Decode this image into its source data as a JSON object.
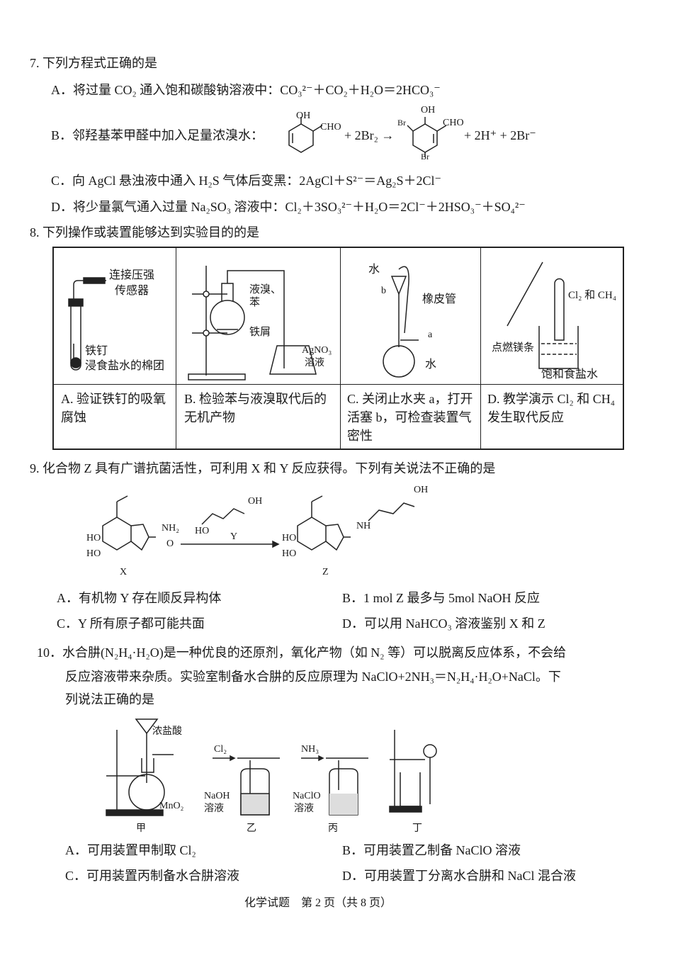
{
  "q7": {
    "stem": "7. 下列方程式正确的是",
    "options": [
      "A．将过量 CO₂ 通入饱和碳酸钠溶液中：CO₃²⁻＋CO₂＋H₂O＝2HCO₃⁻",
      "B．邻羟基苯甲醛中加入足量浓溴水：",
      "C．向 AgCl 悬浊液中通入 H₂S 气体后变黑：2AgCl＋S²⁻＝Ag₂S＋2Cl⁻",
      "D．将少量氯气通入过量 Na₂SO₃ 溶液中：Cl₂＋3SO₃²⁻＋H₂O＝2Cl⁻＋2HSO₃⁻＋SO₄²⁻"
    ],
    "b_equation": {
      "reactant_oh": "OH",
      "reactant_cho": "CHO",
      "plus_br2": "+ 2Br₂ →",
      "product_oh": "OH",
      "product_cho": "CHO",
      "product_br1": "Br",
      "product_br2": "Br",
      "products_ions": "+ 2H⁺ + 2Br⁻"
    }
  },
  "q8": {
    "stem": "8. 下列操作或装置能够达到实验目的的是",
    "cells": [
      {
        "labels": [
          "连接压强",
          "传感器",
          "铁钉",
          "浸食盐水的棉团"
        ],
        "caption": "A. 验证铁钉的吸氧腐蚀"
      },
      {
        "labels": [
          "液溴、",
          "苯",
          "铁屑",
          "AgNO₃",
          "溶液"
        ],
        "caption": "B. 检验苯与液溴取代后的无机产物"
      },
      {
        "labels": [
          "水",
          "b",
          "橡皮管",
          "a",
          "水"
        ],
        "caption": "C. 关闭止水夹 a，打开活塞 b，可检查装置气密性"
      },
      {
        "labels": [
          "Cl₂ 和 CH₄",
          "点燃镁条",
          "饱和食盐水"
        ],
        "caption": "D. 教学演示 Cl₂ 和 CH₄ 发生取代反应"
      }
    ]
  },
  "q9": {
    "stem": "9. 化合物 Z 具有广谱抗菌活性，可利用 X 和 Y 反应获得。下列有关说法不正确的是",
    "scheme": {
      "x_label": "X",
      "y_label": "Y",
      "z_label": "Z",
      "nh2": "NH₂",
      "nh": "NH",
      "ho": "HO",
      "oh": "OH",
      "o": "O"
    },
    "options": [
      "A．有机物 Y 存在顺反异构体",
      "B．1 mol Z 最多与 5mol NaOH 反应",
      "C．Y 所有原子都可能共面",
      "D．可以用 NaHCO₃ 溶液鉴别 X 和 Z"
    ]
  },
  "q10": {
    "stem_lines": [
      "10．水合肼(N₂H₄·H₂O)是一种优良的还原剂，氧化产物（如 N₂ 等）可以脱离反应体系，不会给",
      "反应溶液带来杂质。实验室制备水合肼的反应原理为 NaClO+2NH₃＝N₂H₄·H₂O+NaCl。下",
      "列说法正确的是"
    ],
    "apparatus": {
      "jia": {
        "name": "甲",
        "acid": "浓盐酸",
        "solid": "MnO₂"
      },
      "yi": {
        "name": "乙",
        "gas": "Cl₂",
        "sol1": "NaOH",
        "sol2": "溶液"
      },
      "bing": {
        "name": "丙",
        "gas": "NH₃",
        "sol1": "NaClO",
        "sol2": "溶液"
      },
      "ding": {
        "name": "丁"
      }
    },
    "options": [
      "A．可用装置甲制取 Cl₂",
      "B．可用装置乙制备 NaClO 溶液",
      "C．可用装置丙制备水合肼溶液",
      "D．可用装置丁分离水合肼和 NaCl 混合液"
    ]
  },
  "footer": "化学试题　第 2 页（共 8 页）"
}
